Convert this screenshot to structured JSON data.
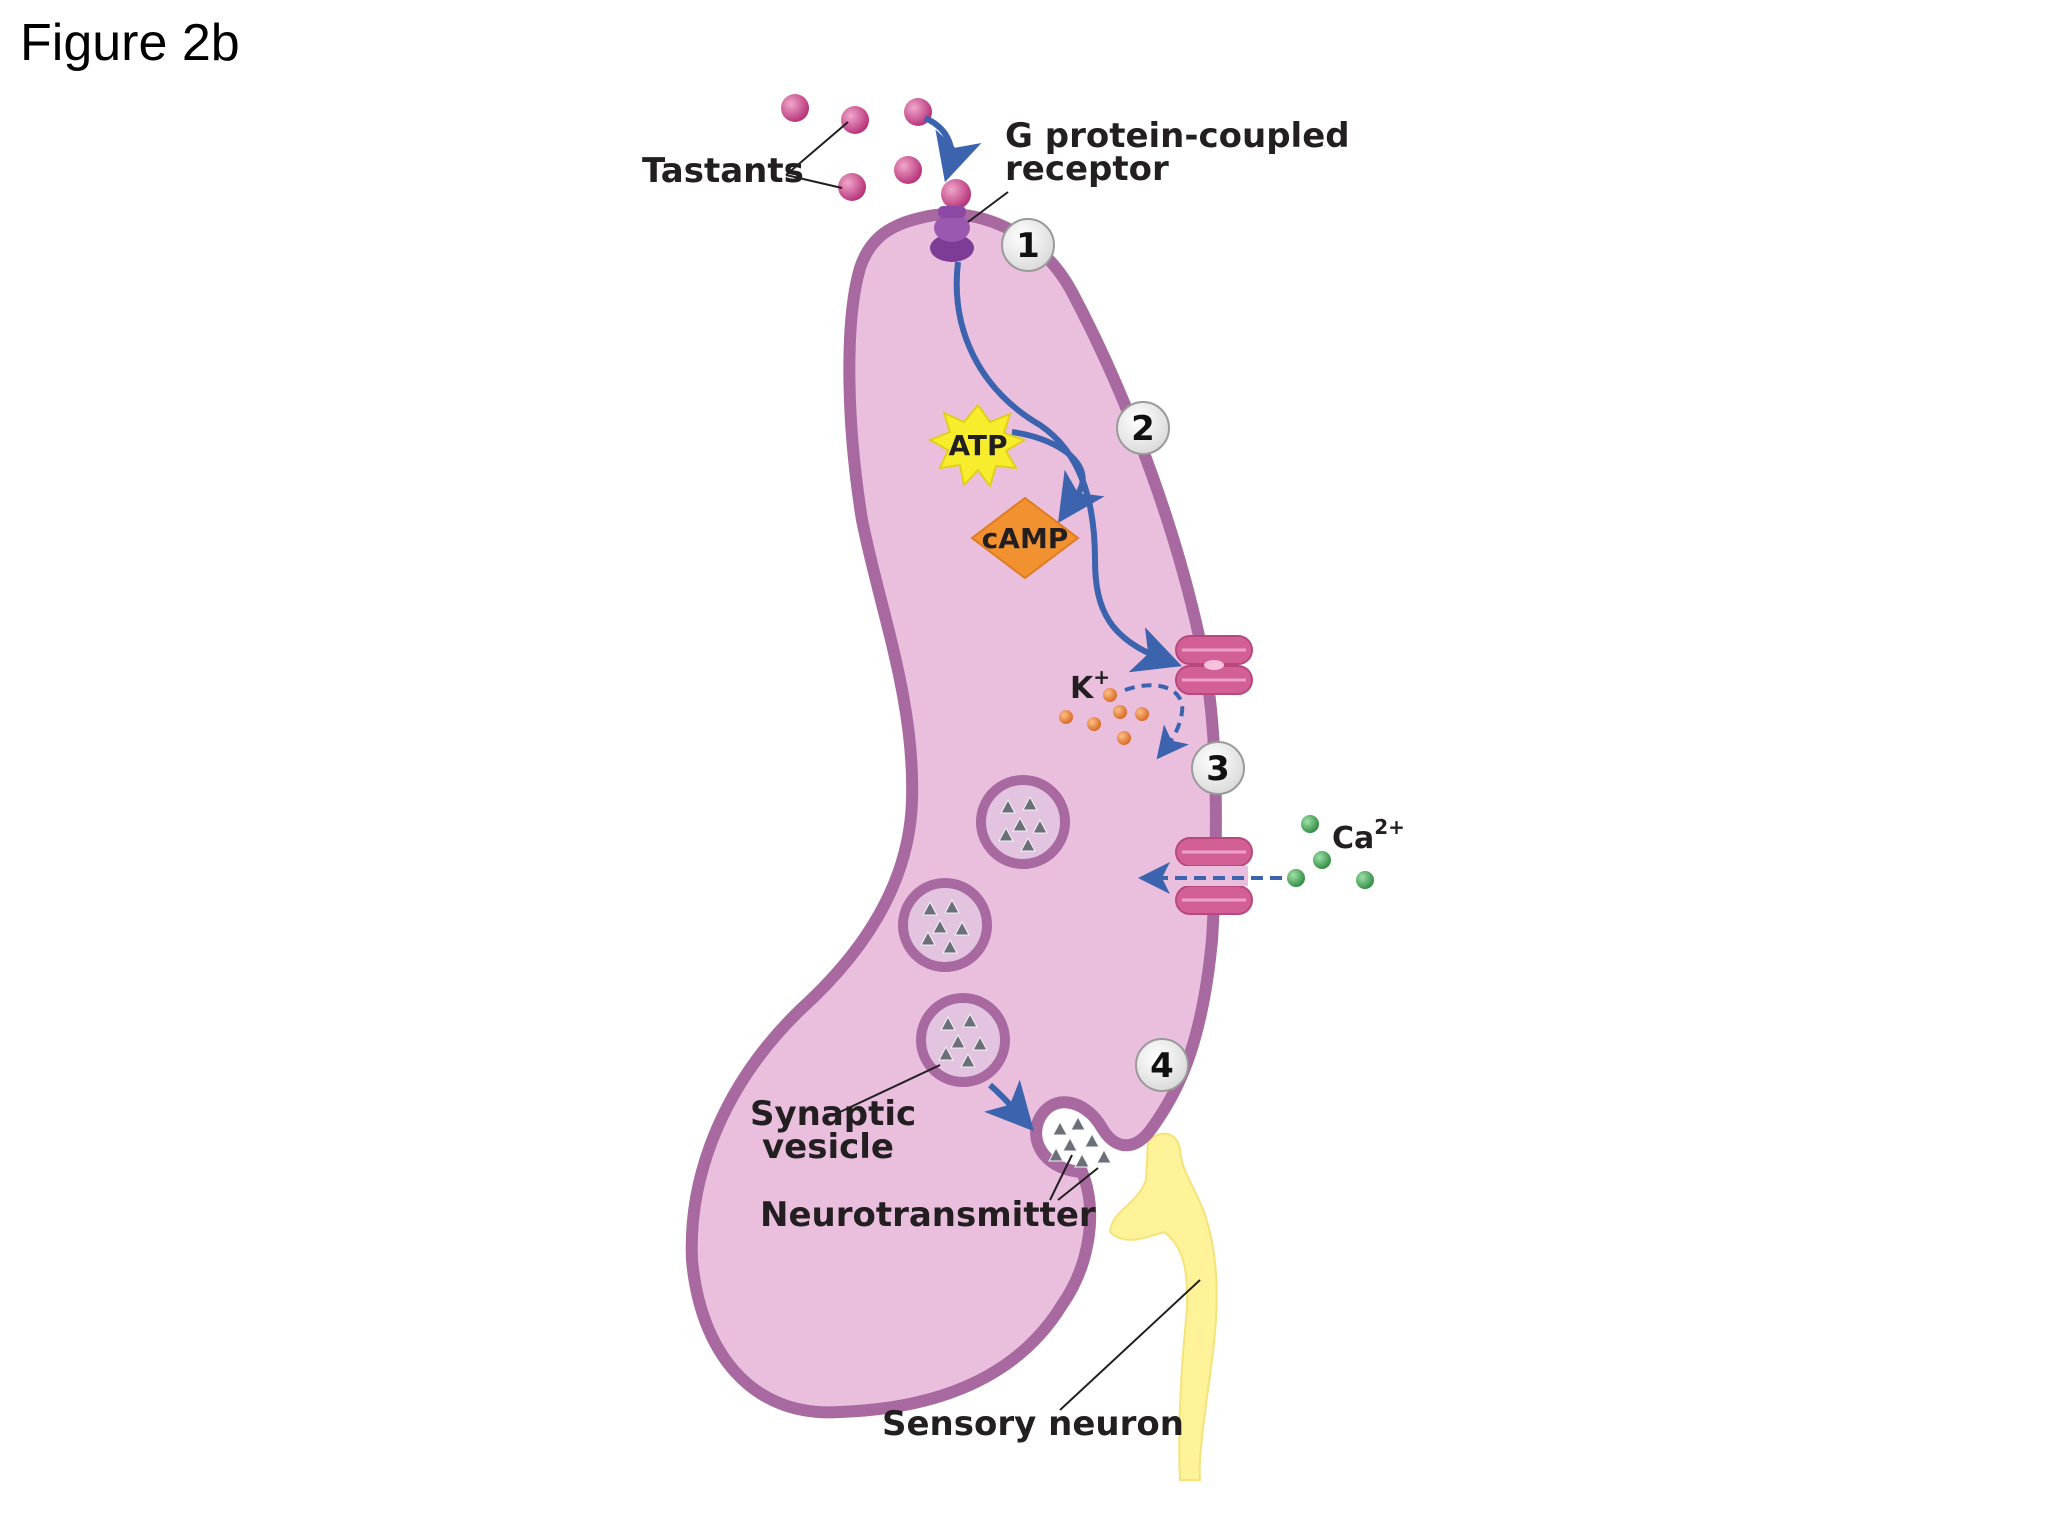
{
  "figure": {
    "title": "Figure 2b"
  },
  "labels": {
    "tastants": "Tastants",
    "receptor_line1": "G protein-coupled",
    "receptor_line2": "receptor",
    "atp": "ATP",
    "camp": "cAMP",
    "potassium": "K",
    "potassium_charge": "+",
    "calcium": "Ca",
    "calcium_charge": "2+",
    "synaptic_line1": "Synaptic",
    "synaptic_line2": "vesicle",
    "neurotransmitter": "Neurotransmitter",
    "sensory_neuron": "Sensory neuron"
  },
  "steps": [
    "1",
    "2",
    "3",
    "4"
  ],
  "colors": {
    "cell_fill": "#e9bfdd",
    "cell_membrane": "#a7699f",
    "tastant": "#c93d86",
    "receptor": "#7d3d97",
    "channel": "#d35f97",
    "arrow": "#3b63ae",
    "atp": "#f7ed2c",
    "camp": "#f2912f",
    "potassium_ion": "#e0782e",
    "calcium_ion": "#3a9a4e",
    "vesicle": "#a7699f",
    "neuron": "#fff39a"
  }
}
